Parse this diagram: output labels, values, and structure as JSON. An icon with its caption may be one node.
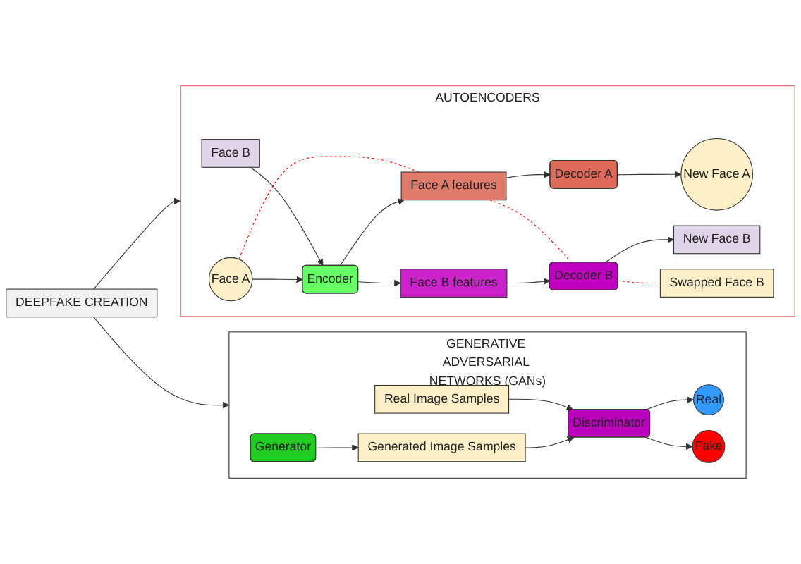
{
  "diagram": {
    "nodes": [
      {
        "text": [
          "DEEPFAKE CREATION"
        ]
      },
      {
        "text": [
          "AUTOENCODERS"
        ]
      },
      {
        "text": [
          "Face A"
        ],
        "in": 1
      },
      {
        "text": [
          "Face B"
        ],
        "in": 1
      },
      {
        "text": [
          "Encoder"
        ],
        "in": 1
      },
      {
        "text": [
          "Face A features"
        ],
        "in": 1
      },
      {
        "text": [
          "Face B features"
        ],
        "in": 1
      },
      {
        "text": [
          "Decoder A"
        ],
        "in": 1
      },
      {
        "text": [
          "Decoder B"
        ],
        "in": 1
      },
      {
        "text": [
          "New Face A"
        ],
        "in": 1
      },
      {
        "text": [
          "Swapped Face B"
        ],
        "in": 1
      },
      {
        "text": [
          "New Face B"
        ],
        "in": 1
      },
      {
        "text": [
          "GENERATIVE ADVERSARIAL NETWORKS (GANs)"
        ]
      },
      {
        "text": [
          "Real Image Samples"
        ],
        "in": 12
      },
      {
        "text": [
          "Generator"
        ],
        "in": 12
      },
      {
        "text": [
          "Generated Image Samples"
        ],
        "in": 12
      },
      {
        "text": [
          "Discriminator"
        ],
        "in": 12
      },
      {
        "text": [
          "Real"
        ],
        "in": 12
      },
      {
        "text": [
          "Fake"
        ],
        "in": 12
      }
    ],
    "edges": [
      {
        "from": 0,
        "to": 1,
        "arrow": "to"
      },
      {
        "from": 0,
        "to": 12,
        "arrow": "to"
      },
      {
        "from": 2,
        "to": 4,
        "arrow": "to"
      },
      {
        "from": 3,
        "to": 4,
        "arrow": "to"
      },
      {
        "from": 4,
        "to": 5,
        "arrow": "to"
      },
      {
        "from": 4,
        "to": 6,
        "arrow": "to"
      },
      {
        "from": 5,
        "to": 7,
        "arrow": "to"
      },
      {
        "from": 7,
        "to": 9,
        "arrow": "to"
      },
      {
        "from": 6,
        "to": 8,
        "arrow": "to"
      },
      {
        "from": 8,
        "to": 11,
        "arrow": "to"
      },
      {
        "from": 2,
        "to": 5,
        "arrow": "none",
        "style": "dashed",
        "color": "#ff0000"
      },
      {
        "from": 5,
        "to": 8,
        "arrow": "none",
        "style": "dashed",
        "color": "#ff0000"
      },
      {
        "from": 8,
        "to": 10,
        "arrow": "none",
        "style": "dashed",
        "color": "#ff0000"
      },
      {
        "from": 13,
        "to": 16,
        "arrow": "to"
      },
      {
        "from": 14,
        "to": 15,
        "arrow": "to"
      },
      {
        "from": 15,
        "to": 16,
        "arrow": "to"
      },
      {
        "from": 16,
        "to": 17,
        "arrow": "to"
      },
      {
        "from": 16,
        "to": 18,
        "arrow": "to"
      }
    ]
  }
}
